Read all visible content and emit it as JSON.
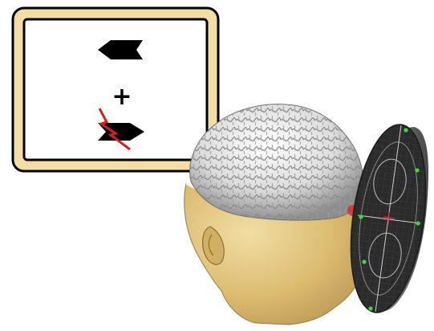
{
  "figure": {
    "stimulus_screen": {
      "frame_color": "#f2dea4",
      "fixation_symbol": "+",
      "top_arrow": {
        "direction": "left",
        "color": "#000000"
      },
      "bottom_arrow": {
        "direction": "right",
        "color": "#000000"
      },
      "stimulation_mark": {
        "shape": "lightning-bolt",
        "color": "#d42020"
      }
    },
    "head_model": {
      "skin_color": "#e4c984",
      "brain_color": "#e8e8e8",
      "stimulation_site_color": "#d63030"
    },
    "tms_coil": {
      "face_color": "#2b2b2b",
      "edge_color": "#767676",
      "marker_color": "#3fd63f"
    }
  }
}
